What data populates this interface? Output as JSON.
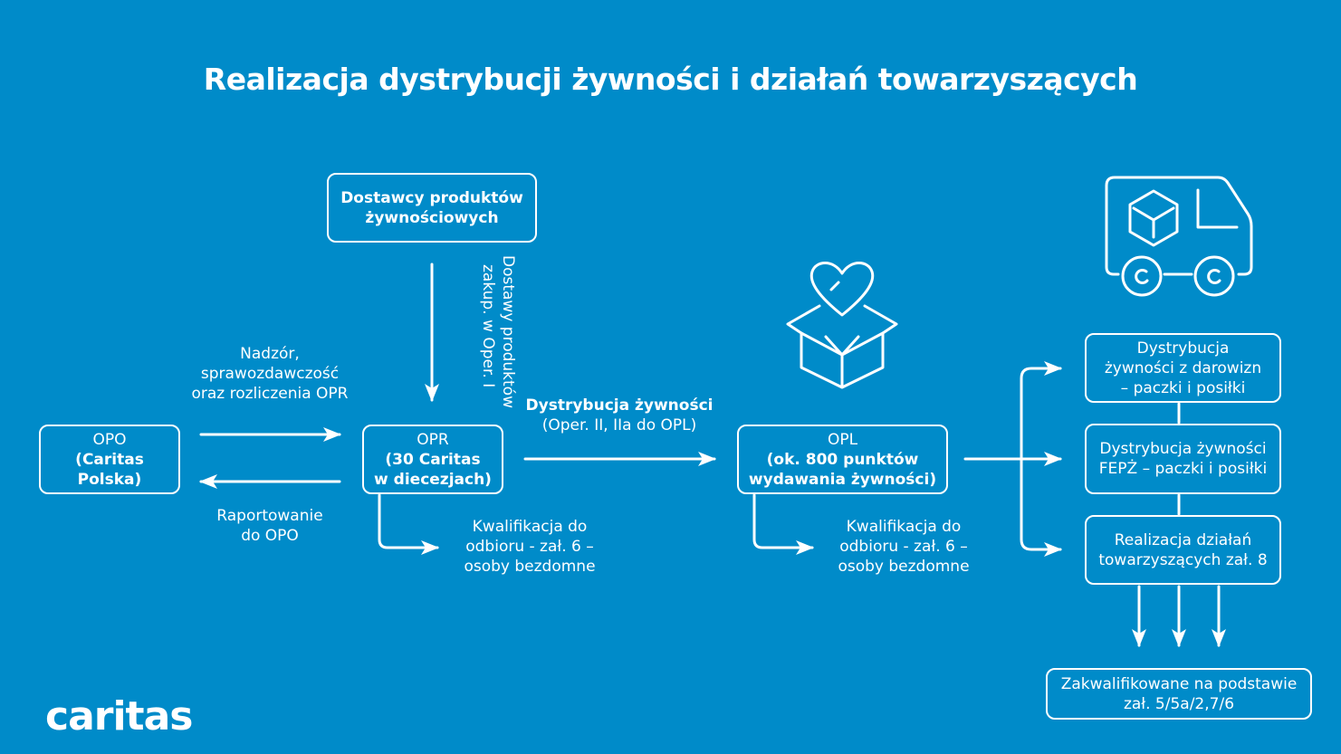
{
  "title": "Realizacja dystrybucji żywności i działań towarzyszących",
  "suppliers": {
    "line1": "Dostawcy produktów",
    "line2": "żywnościowych"
  },
  "supply_label": {
    "line1": "Dostawy produktów",
    "line2": "zakup. w Oper. I"
  },
  "supervision": {
    "line1": "Nadzór,",
    "line2": "sprawozdawczość",
    "line3": "oraz rozliczenia OPR"
  },
  "reporting": {
    "line1": "Raportowanie",
    "line2": "do OPO"
  },
  "opo": {
    "name": "OPO",
    "desc": "(Caritas Polska)"
  },
  "opr": {
    "name": "OPR",
    "desc1": "(30 Caritas",
    "desc2": "w diecezjach)"
  },
  "distribution": {
    "bold": "Dystrybucja żywności",
    "sub": "(Oper. II, IIa do OPL)"
  },
  "opl": {
    "name": "OPL",
    "desc1": "(ok. 800 punktów",
    "desc2": "wydawania żywności)"
  },
  "qualification": {
    "line1": "Kwalifikacja do",
    "line2": "odbioru - zał. 6 –",
    "line3": "osoby bezdomne"
  },
  "right_boxes": [
    {
      "line1": "Dystrybucja",
      "line2": "żywności z darowizn",
      "line3": "– paczki i posiłki"
    },
    {
      "line1": "Dystrybucja żywności",
      "line2": "FEPŻ – paczki i posiłki"
    },
    {
      "line1": "Realizacja działań",
      "line2": "towarzyszących zał. 8"
    }
  ],
  "qualified": {
    "line1": "Zakwalifikowane na podstawie",
    "line2": "zał. 5/5a/2,7/6"
  },
  "logo": "caritas",
  "colors": {
    "background": "#008bc9",
    "foreground": "#ffffff"
  }
}
